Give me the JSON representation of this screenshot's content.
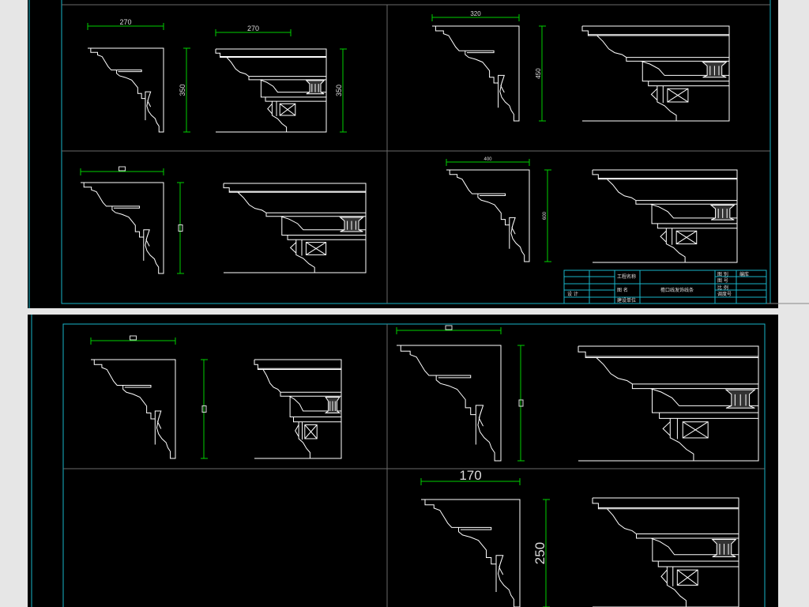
{
  "colors": {
    "background": "#000000",
    "frame": "#19b4c8",
    "grid": "#6a6a6a",
    "line": "#ffffff",
    "dimension": "#00d000",
    "page": "#e6e6e6"
  },
  "sheet1": {
    "dimensions": {
      "a1_width": "270",
      "a1_height": "350",
      "a2_width": "270",
      "a2_height": "350",
      "b1_width": "320",
      "b1_height": "450",
      "d1_width": "400",
      "d1_height": "600"
    },
    "title_block": {
      "project_name_label": "工程名称",
      "drawing_name_label": "图  名",
      "client_label": "建设单位",
      "design_label": "设  计",
      "drawing_title": "檐口线发饰线条",
      "category_label": "图 别",
      "number_label": "图 号",
      "scale_label": "比 例",
      "date_label": "调度号",
      "code_label": "编库"
    }
  },
  "sheet2": {
    "dimensions": {
      "g1_width": "170",
      "g1_height": "250"
    }
  }
}
